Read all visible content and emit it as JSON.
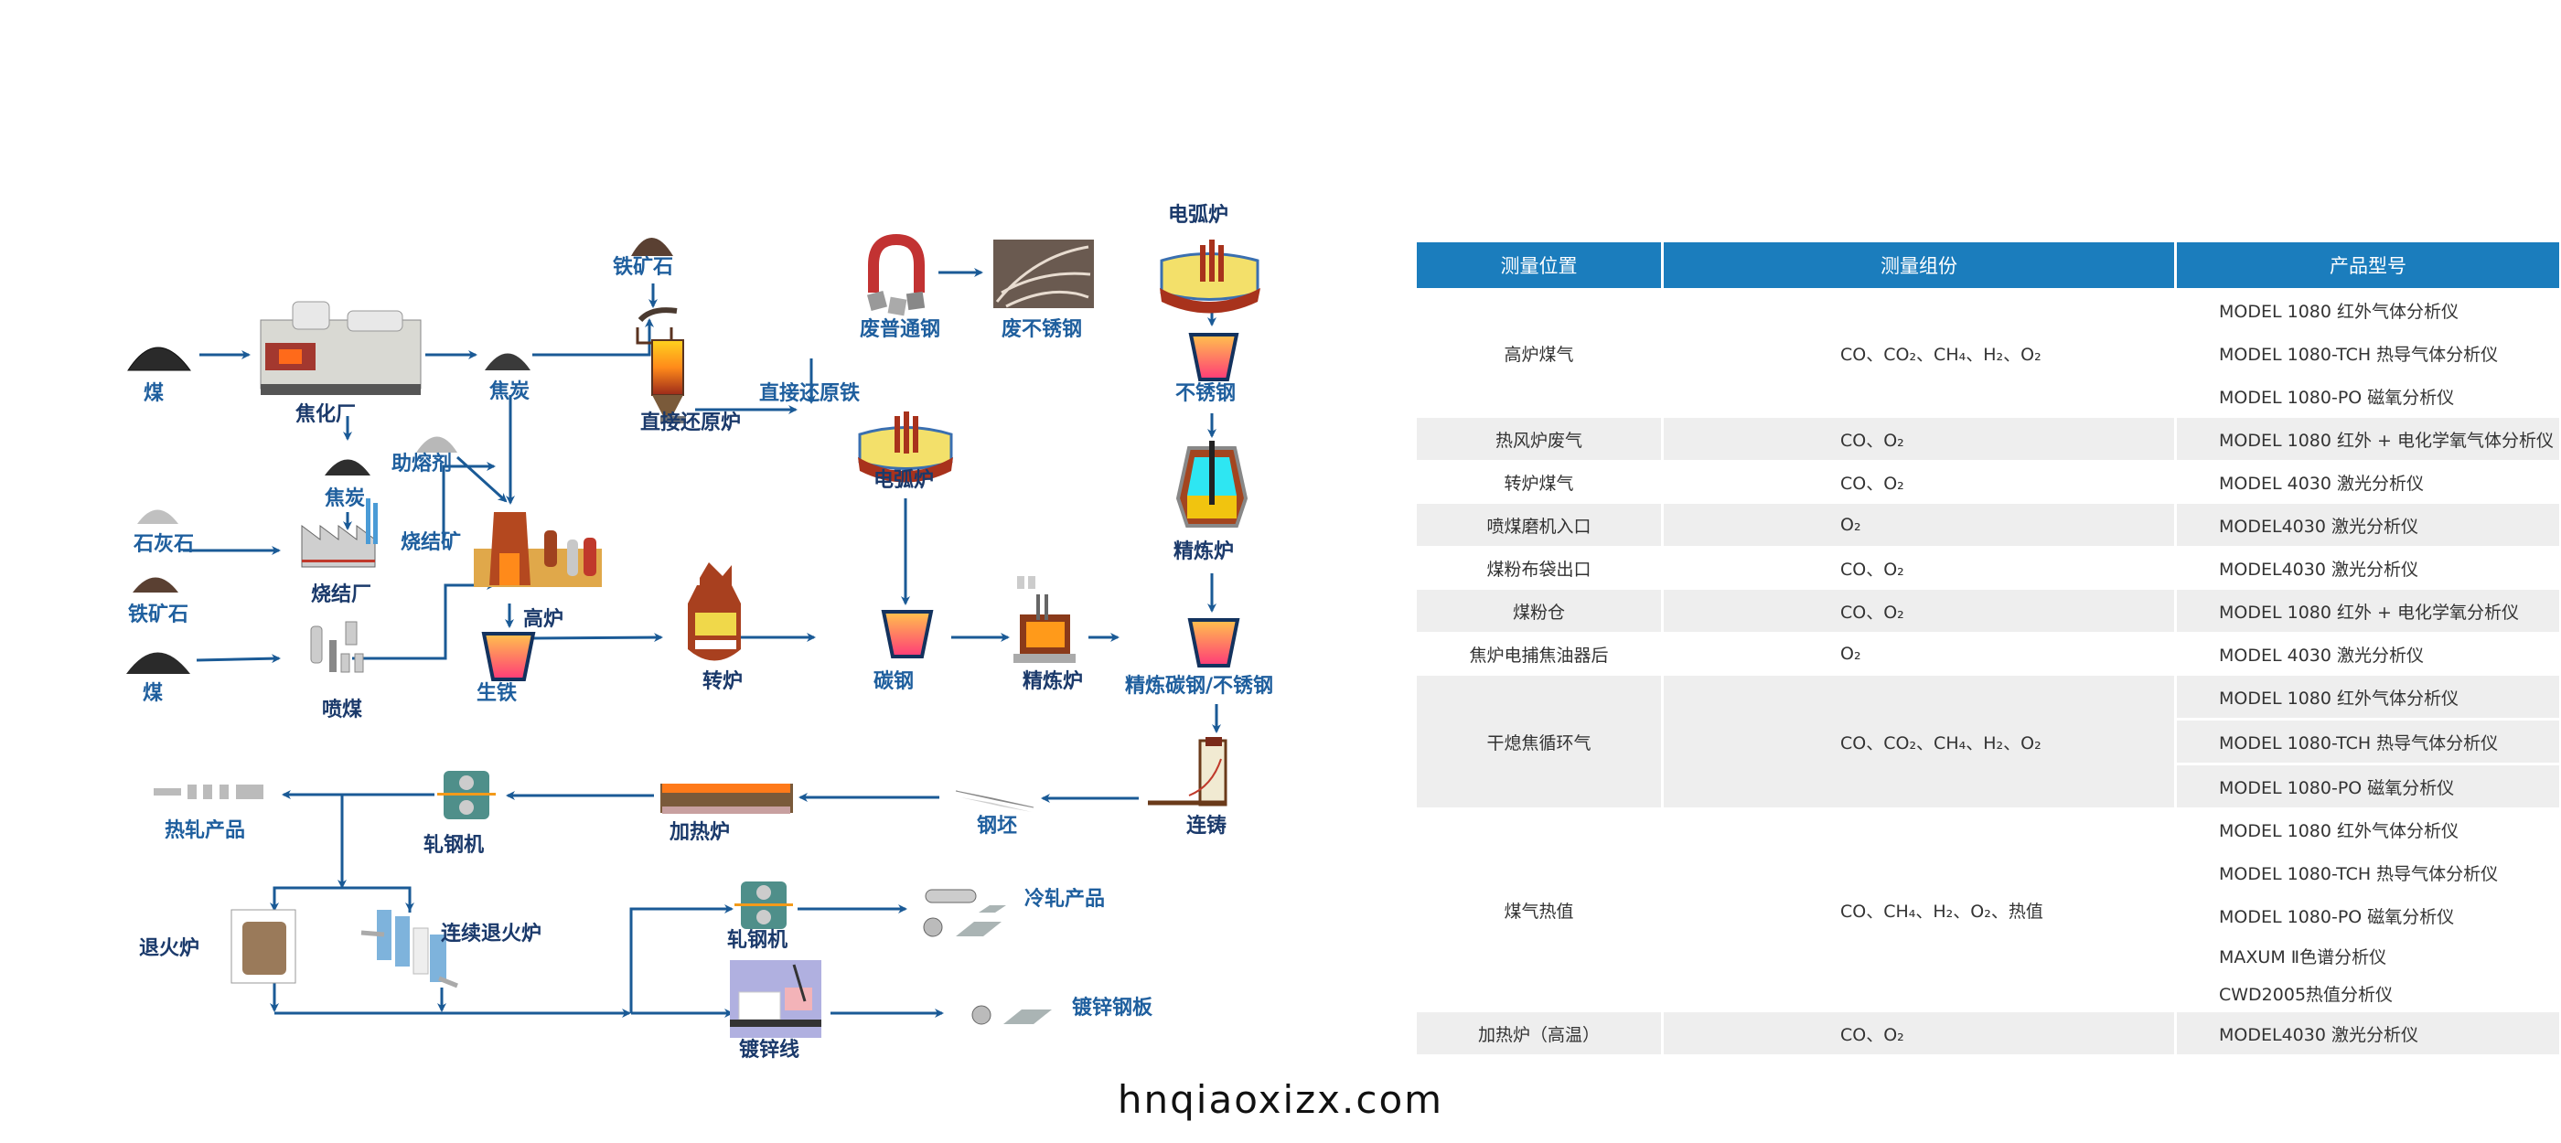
{
  "diagram": {
    "title": "钢铁生产工艺流程",
    "labels": {
      "coal_1": "煤",
      "coking_plant": "焦化厂",
      "coke_1": "焦炭",
      "iron_ore_top": "铁矿石",
      "direct_reduction_furnace": "直接还原炉",
      "direct_reduced_iron": "直接还原铁",
      "scrap_carbon_steel": "废普通钢",
      "scrap_stainless": "废不锈钢",
      "eaf_top": "电弧炉",
      "eaf_mid": "电弧炉",
      "stainless_steel": "不锈钢",
      "refining_furnace_top": "精炼炉",
      "flux": "助熔剂",
      "coke_2": "焦炭",
      "limestone": "石灰石",
      "iron_ore_left": "铁矿石",
      "sinter_plant": "烧结厂",
      "sinter_ore": "烧结矿",
      "coal_2": "煤",
      "coal_injection": "喷煤",
      "blast_furnace": "高炉",
      "pig_iron": "生铁",
      "converter": "转炉",
      "carbon_steel": "碳钢",
      "refining_furnace_mid": "精炼炉",
      "refined_steel": "精炼碳钢/不锈钢",
      "continuous_casting": "连铸",
      "billet": "钢坯",
      "reheating_furnace": "加热炉",
      "rolling_mill_1": "轧钢机",
      "hot_rolled_products": "热轧产品",
      "annealing_furnace": "退火炉",
      "continuous_annealing": "连续退火炉",
      "rolling_mill_2": "轧钢机",
      "cold_rolled_products": "冷轧产品",
      "galvanizing_line": "镀锌线",
      "galvanized_sheet": "镀锌钢板"
    },
    "colors": {
      "arrow": "#1a5a96",
      "material_text": "#1f5f9e",
      "equipment_text": "#1b3a6b",
      "ladle_fill_top": "#ffc24d",
      "ladle_fill_bottom": "#ff3a78",
      "ladle_border": "#13325e"
    }
  },
  "table": {
    "header_color": "#1b7dbd",
    "shade_color": "#eeeeee",
    "headers": [
      "测量位置",
      "测量组份",
      "产品型号"
    ],
    "rows": [
      {
        "position": "高炉煤气",
        "components": "CO、CO₂、CH₄、H₂、O₂",
        "models": [
          "MODEL 1080 红外气体分析仪",
          "MODEL 1080-TCH 热导气体分析仪",
          "MODEL 1080-PO 磁氧分析仪"
        ]
      },
      {
        "position": "热风炉废气",
        "components": "CO、O₂",
        "models": [
          "MODEL 1080 红外 + 电化学氧气体分析仪"
        ]
      },
      {
        "position": "转炉煤气",
        "components": "CO、O₂",
        "models": [
          "MODEL 4030 激光分析仪"
        ]
      },
      {
        "position": "喷煤磨机入口",
        "components": "O₂",
        "models": [
          "MODEL4030 激光分析仪"
        ]
      },
      {
        "position": "煤粉布袋出口",
        "components": "CO、O₂",
        "models": [
          "MODEL4030 激光分析仪"
        ]
      },
      {
        "position": "煤粉仓",
        "components": "CO、O₂",
        "models": [
          "MODEL 1080 红外 + 电化学氧分析仪"
        ]
      },
      {
        "position": "焦炉电捕焦油器后",
        "components": "O₂",
        "models": [
          "MODEL 4030 激光分析仪"
        ]
      },
      {
        "position": "干熄焦循环气",
        "components": "CO、CO₂、CH₄、H₂、O₂",
        "models": [
          "MODEL 1080 红外气体分析仪",
          "MODEL 1080-TCH 热导气体分析仪",
          "MODEL 1080-PO 磁氧分析仪"
        ]
      },
      {
        "position": "煤气热值",
        "components": "CO、CH₄、H₂、O₂、热值",
        "models": [
          "MODEL 1080 红外气体分析仪",
          "MODEL 1080-TCH 热导气体分析仪",
          "MODEL 1080-PO 磁氧分析仪",
          "MAXUM Ⅱ色谱分析仪",
          "CWD2005热值分析仪"
        ]
      },
      {
        "position": "加热炉（高温）",
        "components": "CO、O₂",
        "models": [
          "MODEL4030 激光分析仪"
        ]
      }
    ]
  },
  "footer": {
    "url_text": "hnqiaoxizx.com"
  }
}
